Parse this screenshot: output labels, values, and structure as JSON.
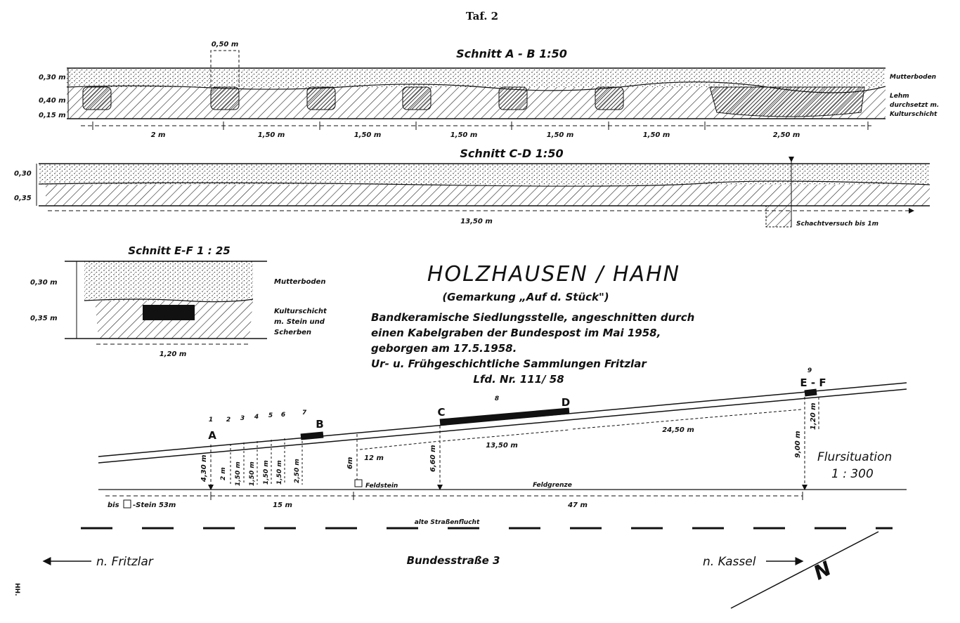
{
  "plate": {
    "number": "Taf. 2"
  },
  "section_ab": {
    "title": "Schnitt A - B   1:50",
    "pit_width": "0,50 m",
    "depth_labels": [
      "0,30 m",
      "0,40 m",
      "0,15 m"
    ],
    "layer_labels": [
      "Mutterboden",
      "Lehm",
      "durchsetzt m.",
      "Kulturschicht"
    ],
    "spacings": [
      "2 m",
      "1,50 m",
      "1,50 m",
      "1,50 m",
      "1,50 m",
      "1,50 m",
      "2,50 m"
    ]
  },
  "section_cd": {
    "title": "Schnitt C-D    1:50",
    "depth_labels": [
      "0,30",
      "0,35"
    ],
    "length": "13,50 m",
    "shaft_note": "Schachtversuch bis 1m"
  },
  "section_ef": {
    "title": "Schnitt E-F   1 : 25",
    "depth_labels": [
      "0,30 m",
      "0,35 m"
    ],
    "width": "1,20 m",
    "layer_labels": [
      "Mutterboden",
      "Kulturschicht",
      "m. Stein  und",
      "Scherben"
    ]
  },
  "title_block": {
    "heading": "HOLZHAUSEN / HAHN",
    "lines": [
      "(Gemarkung „Auf d. Stück\")",
      "Bandkeramische Siedlungsstelle, angeschnitten durch",
      "einen Kabelgraben der Bundespost  im Mai 1958,",
      "geborgen am 17.5.1958.",
      "Ur- u. Frühgeschichtliche Sammlungen  Fritzlar",
      "Lfd. Nr. 111/ 58"
    ]
  },
  "site_plan": {
    "title": "Flursituation",
    "scale": "1 : 300",
    "point_labels": [
      "A",
      "B",
      "C",
      "D",
      "E - F"
    ],
    "find_numbers": [
      "1",
      "2",
      "3",
      "4",
      "5",
      "6",
      "7",
      "8",
      "9"
    ],
    "vertical_distances": [
      "4,30 m",
      "6m",
      "6,60 m",
      "9,00 m",
      "1,20 m"
    ],
    "pit_spacings": [
      "2 m",
      "1,50 m",
      "1,50 m",
      "1,50 m",
      "1,50 m",
      "2,50 m"
    ],
    "trench_distances": [
      "12 m",
      "13,50 m",
      "24,50 m"
    ],
    "feldstein": "Feldstein",
    "feldgrenze": "Feldgrenze",
    "bottom_left": "bis",
    "bottom_left_suffix": "-Stein 53m",
    "bottom_distances": [
      "15 m",
      "47 m"
    ],
    "old_road": "alte Straßenflucht",
    "dir_left": "n. Fritzlar",
    "road": "Bundesstraße 3",
    "dir_right": "n. Kassel",
    "north": "N"
  },
  "margin_mark": "HH."
}
